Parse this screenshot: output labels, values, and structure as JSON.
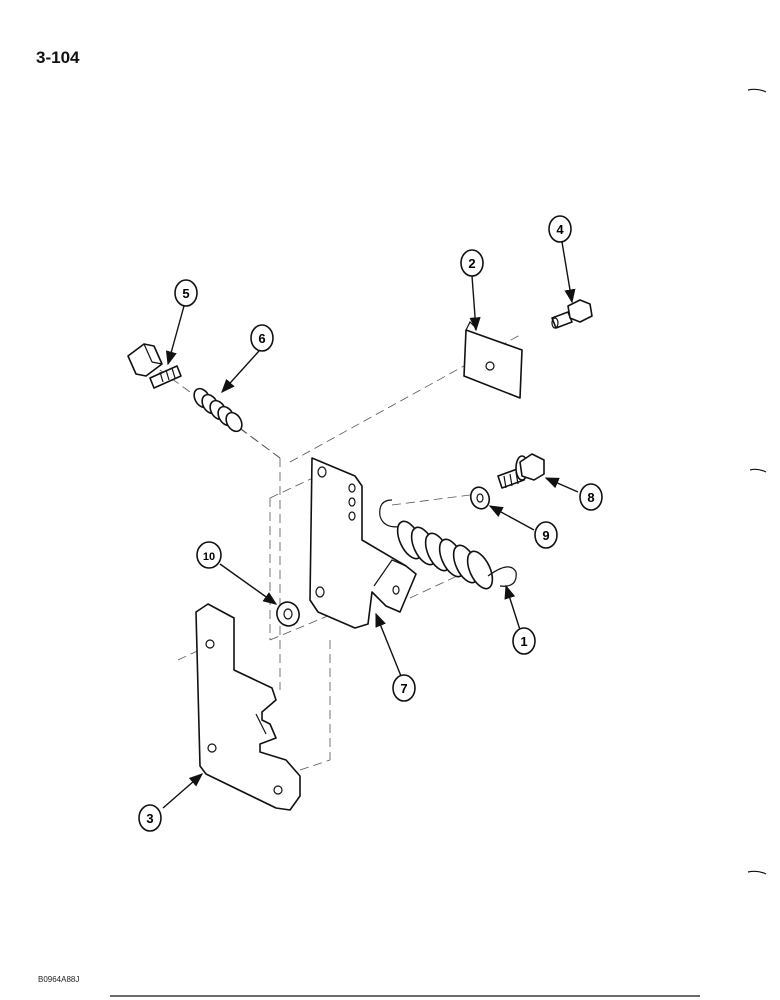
{
  "page": {
    "page_number": "3-104",
    "figure_code": "B0964A88J"
  },
  "diagram": {
    "callouts": [
      "1",
      "2",
      "3",
      "4",
      "5",
      "6",
      "7",
      "8",
      "9",
      "10"
    ]
  }
}
